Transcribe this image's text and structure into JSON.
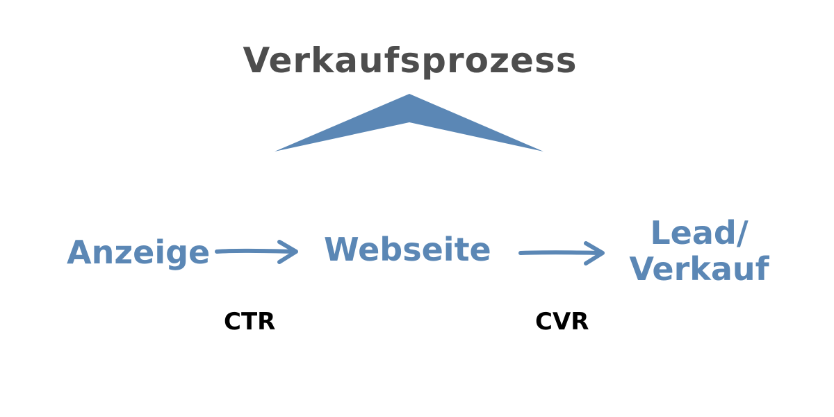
{
  "title": "Verkaufsprozess",
  "colors": {
    "accent": "#5b87b5",
    "title": "#4d4d4d",
    "metric": "#000000"
  },
  "stages": [
    {
      "label": "Anzeige"
    },
    {
      "label": "Webseite"
    },
    {
      "label_line1": "Lead/",
      "label_line2": "Verkauf"
    }
  ],
  "metrics": [
    {
      "label": "CTR"
    },
    {
      "label": "CVR"
    }
  ],
  "icons": {
    "top": "chevron-up-icon",
    "connector": "hand-drawn-arrow-right-icon"
  }
}
